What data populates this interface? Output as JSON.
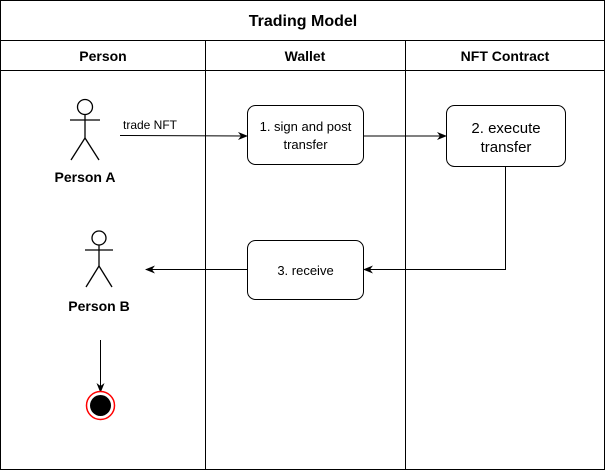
{
  "title": "Trading Model",
  "lanes": [
    {
      "label": "Person"
    },
    {
      "label": "Wallet"
    },
    {
      "label": "NFT Contract"
    }
  ],
  "actors": {
    "person_a": "Person A",
    "person_b": "Person B"
  },
  "steps": {
    "step1": {
      "line1": "1. sign and post",
      "line2": "transfer"
    },
    "step2": {
      "line1": "2. execute",
      "line2": "transfer"
    },
    "step3": {
      "line1": "3. receive"
    }
  },
  "edges": {
    "trade_label": "trade NFT"
  },
  "colors": {
    "stroke": "#000000",
    "background": "#ffffff",
    "end_ring": "#ff0000",
    "end_fill": "#000000"
  }
}
